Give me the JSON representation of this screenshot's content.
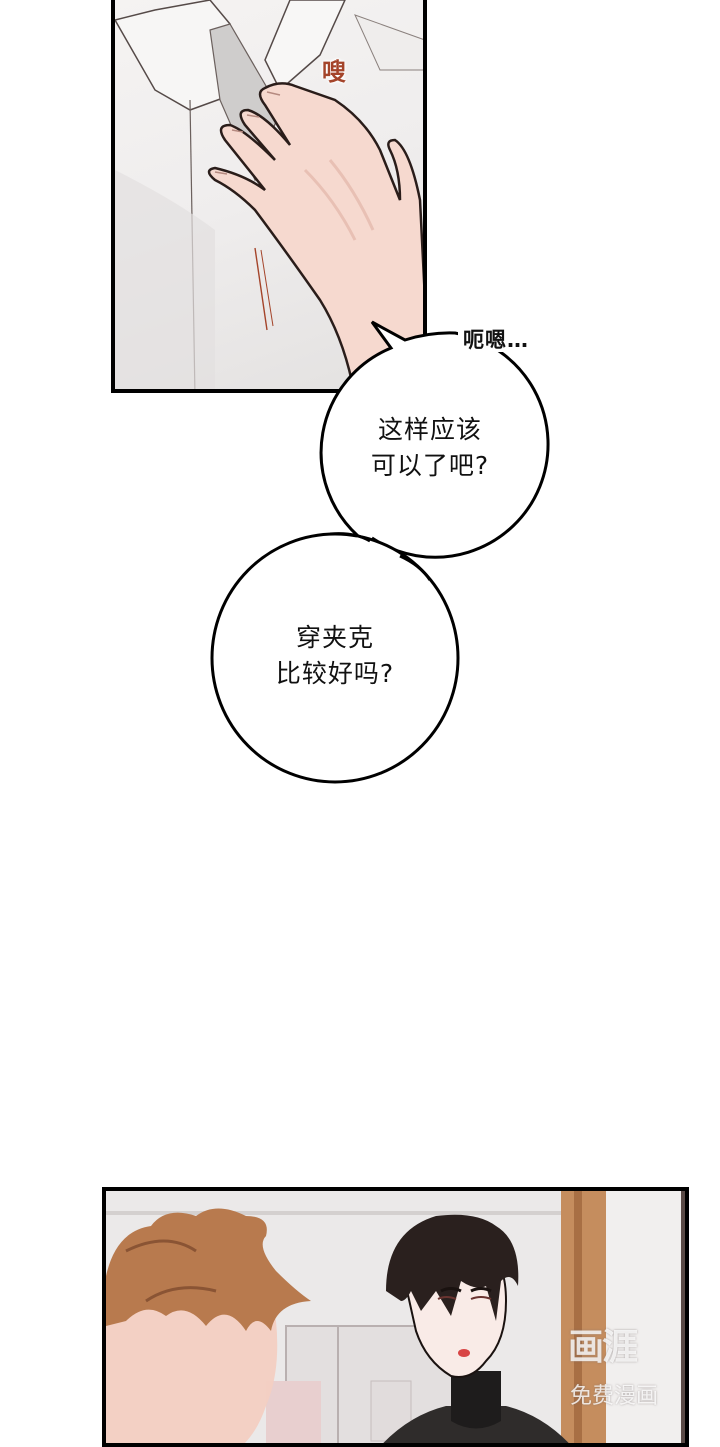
{
  "page": {
    "type": "comic-strip",
    "background": "#ffffff"
  },
  "panels": [
    {
      "id": "panel-1",
      "description": "Close-up of a hand adjusting a white shirt collar",
      "sfx": "嗖",
      "sfx_color": "#a4442a"
    },
    {
      "id": "panel-2",
      "description": "Two men in a room: a brown-haired man in the foreground left and a dark-haired man in a black turtleneck on the right",
      "watermark": {
        "logo": "画涯",
        "subtitle": "免费漫画"
      }
    }
  ],
  "dialogue": {
    "mumble": "呃嗯…",
    "bubble_1": {
      "line1": "这样应该",
      "line2": "可以了吧?"
    },
    "bubble_2": {
      "line1": "穿夹克",
      "line2": "比较好吗?"
    }
  },
  "colors": {
    "border": "#000000",
    "skin": "#f6d9cf",
    "shirt": "#f2f1f0",
    "dark_hair": "#2a201e",
    "brown_hair": "#b87a4e",
    "turtleneck": "#1e1c1c"
  }
}
